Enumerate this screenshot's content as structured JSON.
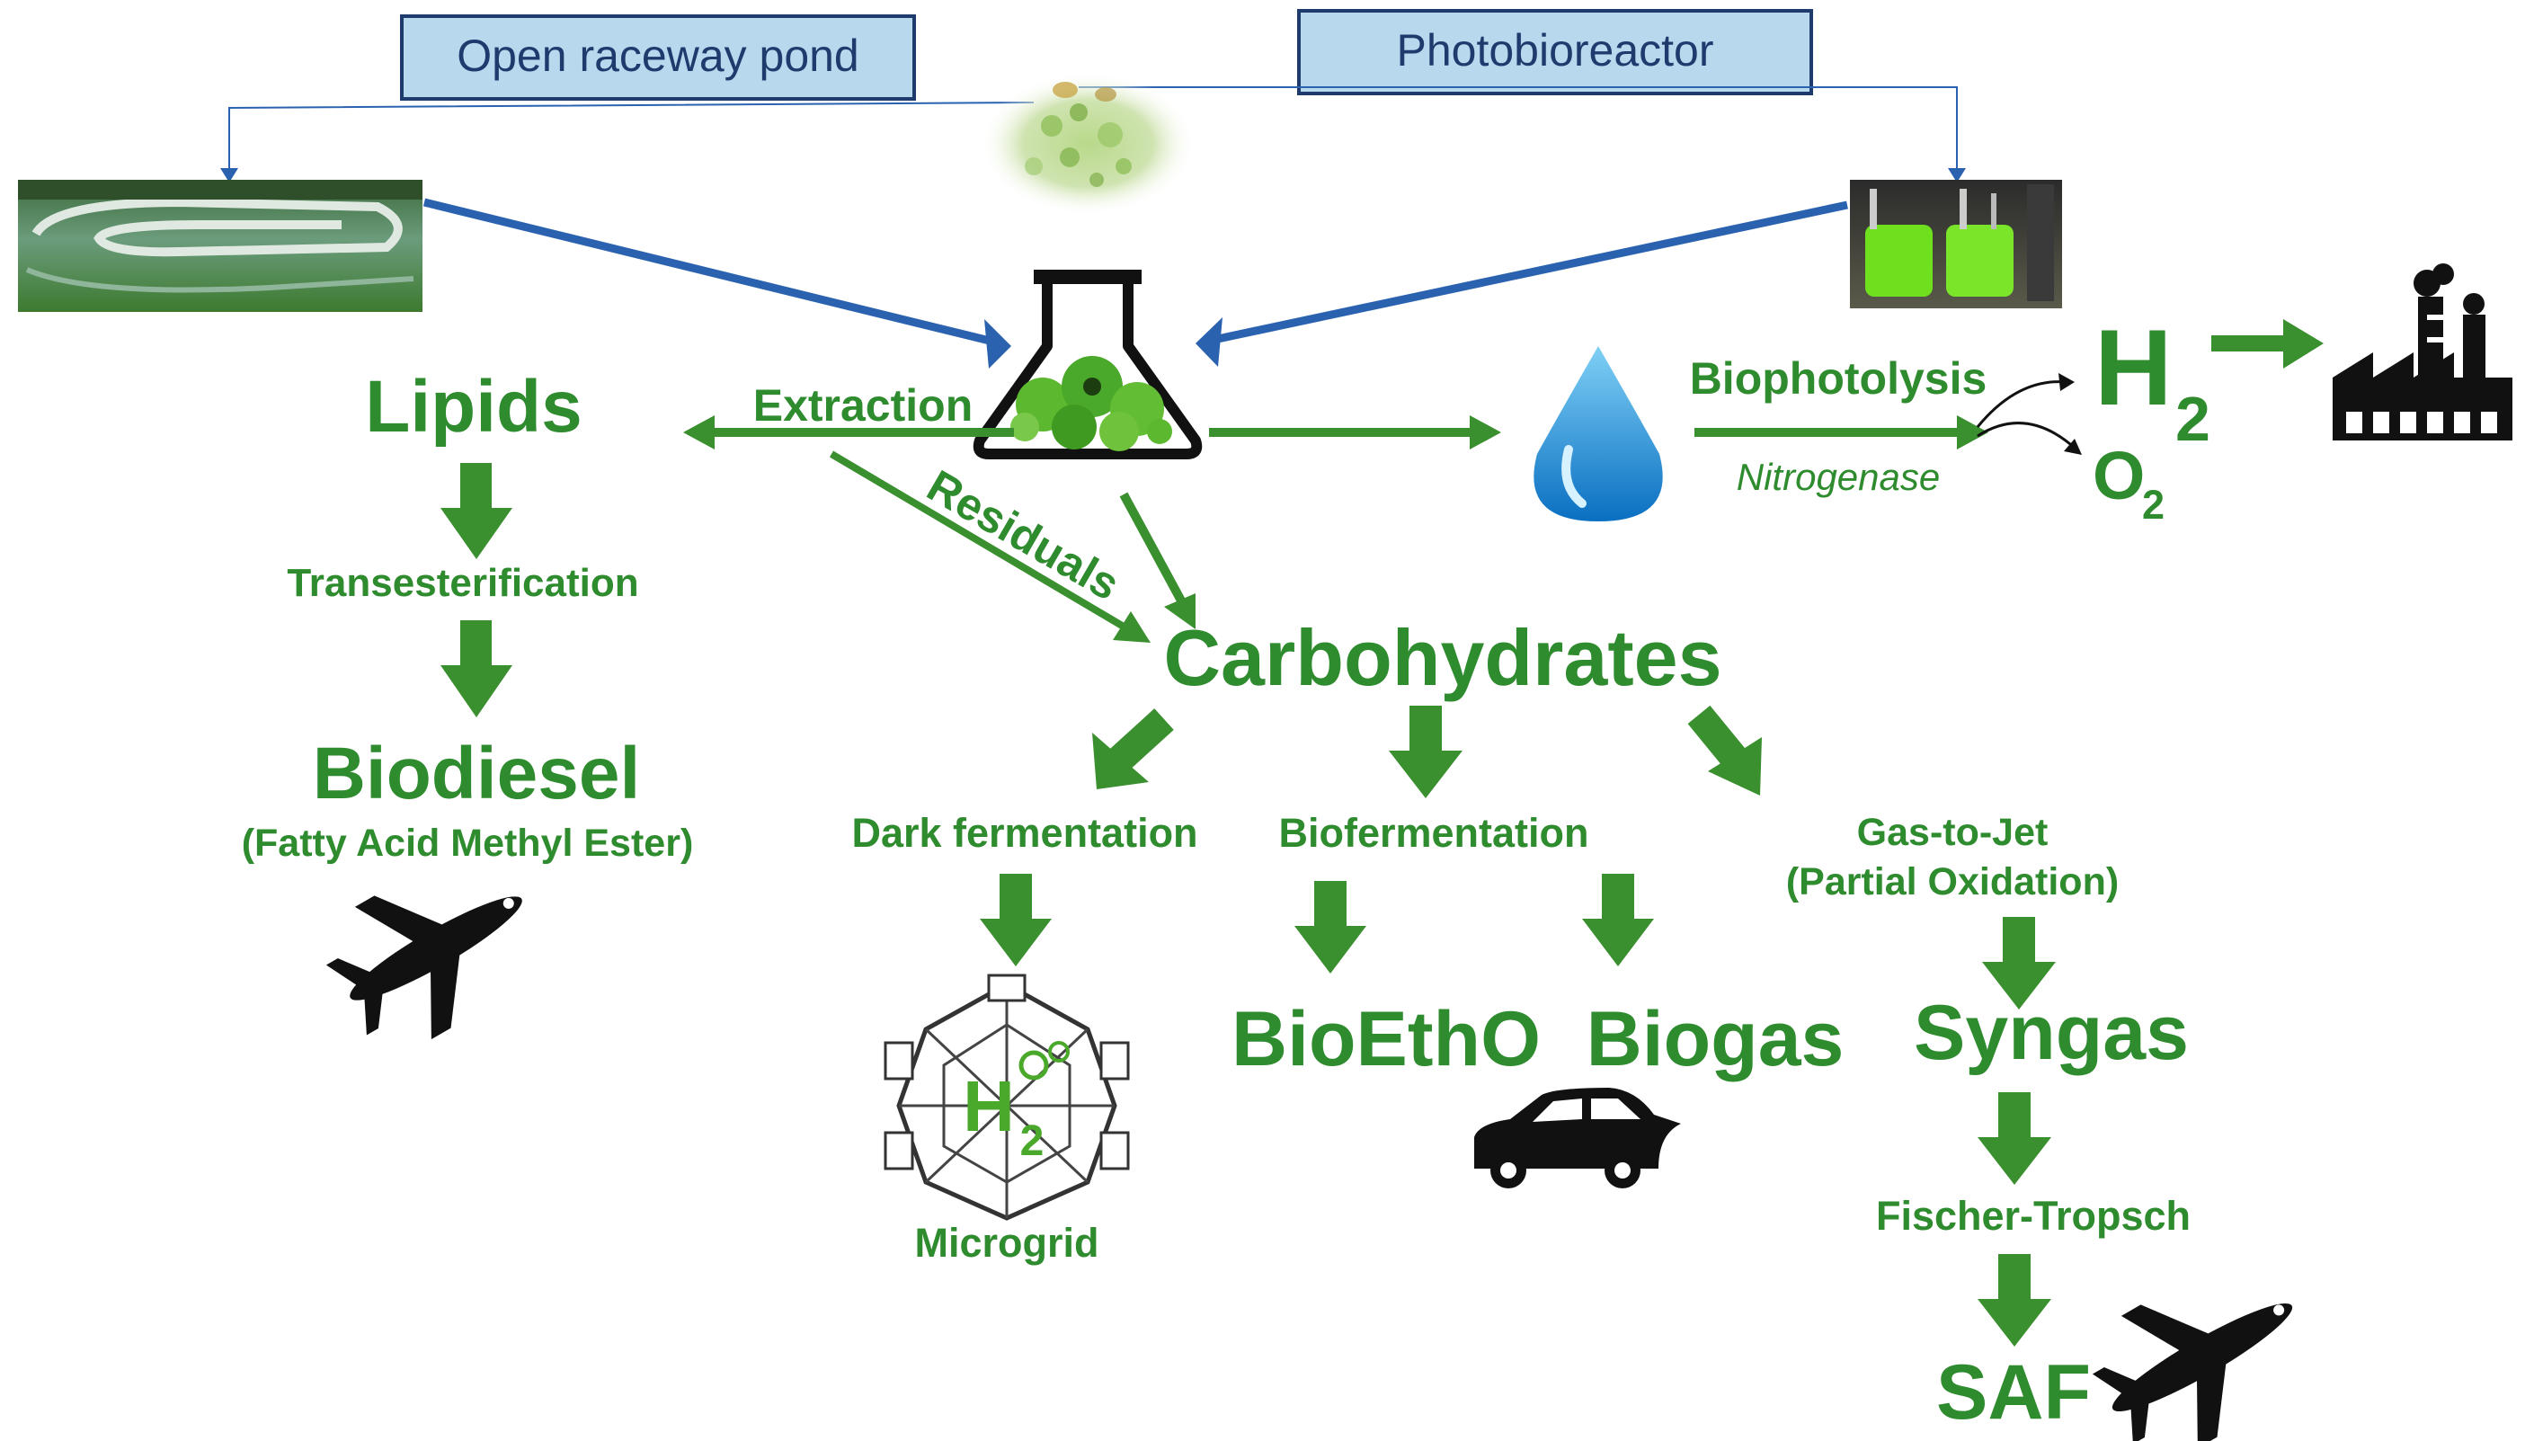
{
  "sources": {
    "open_pond": "Open raceway pond",
    "photobioreactor": "Photobioreactor"
  },
  "labels": {
    "lipids": "Lipids",
    "extraction": "Extraction",
    "residuals": "Residuals",
    "transesterification": "Transesterification",
    "biodiesel": "Biodiesel",
    "fame": "(Fatty Acid Methyl Ester)",
    "carbohydrates": "Carbohydrates",
    "dark_fermentation": "Dark fermentation",
    "biofermentation": "Biofermentation",
    "gas_to_jet": "Gas-to-Jet",
    "partial_oxidation": "(Partial Oxidation)",
    "microgrid": "Microgrid",
    "bioetho": "BioEthO",
    "biogas": "Biogas",
    "syngas": "Syngas",
    "fischer_tropsch": "Fischer-Tropsch",
    "saf": "SAF",
    "biophotolysis": "Biophotolysis",
    "nitrogenase": "Nitrogenase",
    "h": "H",
    "h_sub": "2",
    "o": "O",
    "o_sub": "2"
  },
  "colors": {
    "green": "#2e8b2e",
    "arrow_green": "#3a8f2e",
    "blue_arrow": "#2a62b0",
    "box_fill": "#b8d8ee",
    "box_border": "#1f3b6e"
  },
  "icons": [
    "algae-cells-icon",
    "flask-icon",
    "water-drop-icon",
    "factory-icon",
    "airplane-icon",
    "car-icon",
    "microgrid-icon",
    "pond-photo",
    "bioreactor-photo"
  ]
}
